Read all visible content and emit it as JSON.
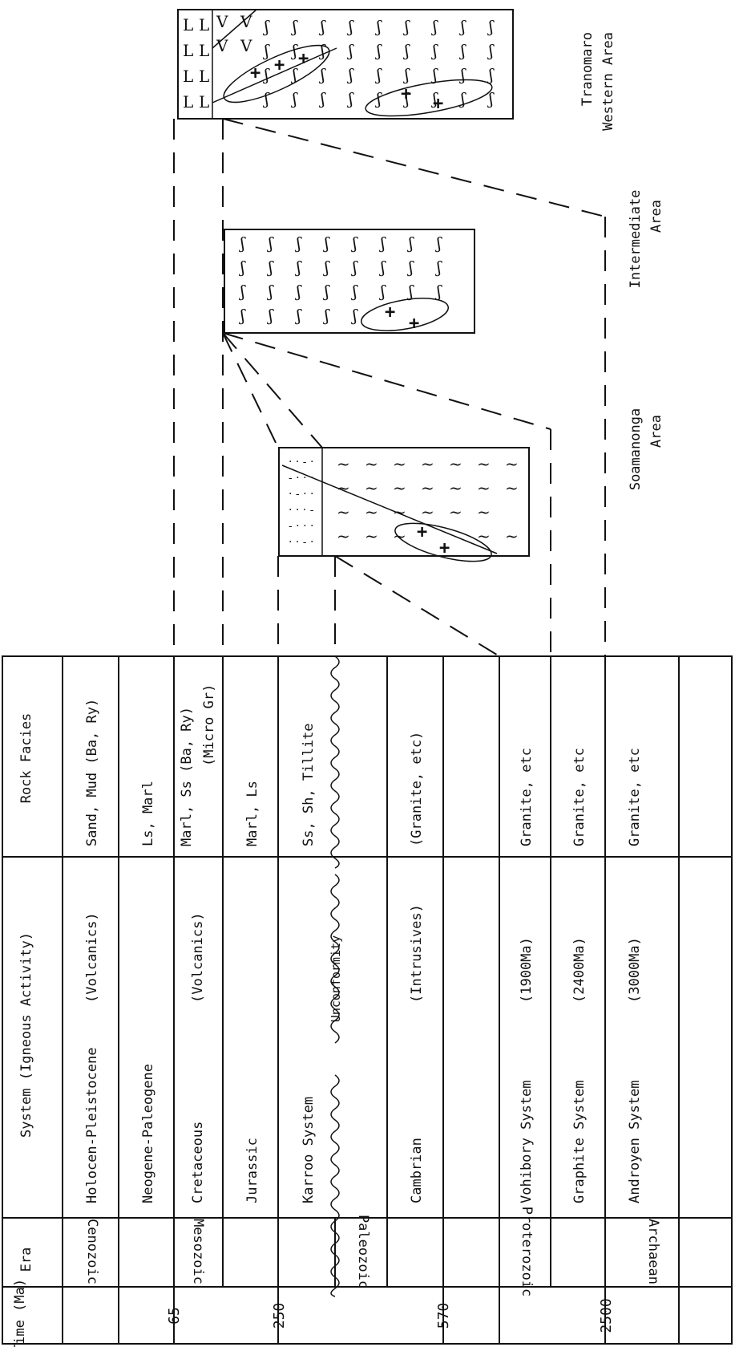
{
  "headers": {
    "time": "Time (Ma)",
    "era": "Era",
    "system": "System (Igneous Activity)",
    "facies": "Rock Facies"
  },
  "time_labels": [
    "65",
    "250",
    "570",
    "2500"
  ],
  "eras": [
    "Cenozoic",
    "Mesozoic",
    "Paleozoic",
    "Proterozoic",
    "Archaean"
  ],
  "systems": [
    {
      "name": "Holocen-Pleistocene",
      "activity": "(Volcanics)",
      "facies": "Sand, Mud (Ba, Ry)"
    },
    {
      "name": "Neogene-Paleogene",
      "activity": "",
      "facies": "Ls, Marl"
    },
    {
      "name": "Cretaceous",
      "activity": "(Volcanics)",
      "facies": "Marl, Ss (Ba, Ry)",
      "facies2": "(Micro Gr)"
    },
    {
      "name": "Jurassic",
      "activity": "",
      "facies": "Marl, Ls"
    },
    {
      "name": "Karroo System",
      "activity": "",
      "facies": "Ss, Sh, Tillite"
    },
    {
      "name": "Unconformity",
      "activity": "",
      "facies": ""
    },
    {
      "name": "Cambrian",
      "activity": "(Intrusives)",
      "facies": "(Granite, etc)"
    },
    {
      "name": "",
      "activity": "",
      "facies": ""
    },
    {
      "name": "Vohibory System",
      "activity": "(1900Ma)",
      "facies": "Granite, etc"
    },
    {
      "name": "Graphite System",
      "activity": "(2400Ma)",
      "facies": "Granite, etc"
    },
    {
      "name": "Androyen System",
      "activity": "(3000Ma)",
      "facies": "Granite, etc"
    }
  ],
  "areas": [
    {
      "line1": "Tranomaro",
      "line2": "Western Area"
    },
    {
      "line1": "Intermediate",
      "line2": "Area"
    },
    {
      "line1": "Soamanonga",
      "line2": "Area"
    }
  ]
}
